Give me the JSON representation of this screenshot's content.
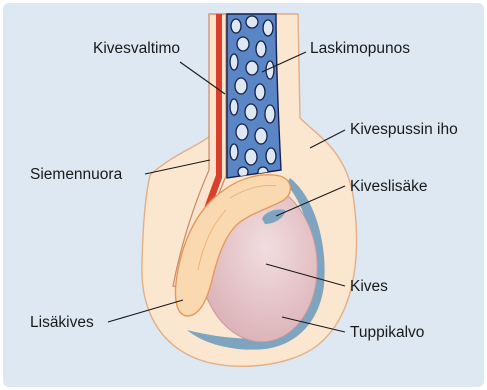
{
  "labels": {
    "kivesvaltimo": "Kivesvaltimo",
    "laskimopunos": "Laskimopunos",
    "kivespussin_iho": "Kivespussin iho",
    "siemennuora": "Siemennuora",
    "kiveslisake": "Kiveslisäke",
    "lisakives": "Lisäkives",
    "kives": "Kives",
    "tuppikalvo": "Tuppikalvo"
  },
  "colors": {
    "panel_background": "#dde8f3",
    "skin": "#fbe6d0",
    "skin_outline": "#e5ae85",
    "vas_deferens": "#fbd8c0",
    "artery": "#d9402b",
    "vein_plexus": "#5a86c5",
    "vein_outline": "#17224d",
    "testis": "#e6c2c6",
    "tunica": "#7fa4bf",
    "epididymis": "#fbd9b0",
    "epididymis_outline": "#e29a5c"
  }
}
